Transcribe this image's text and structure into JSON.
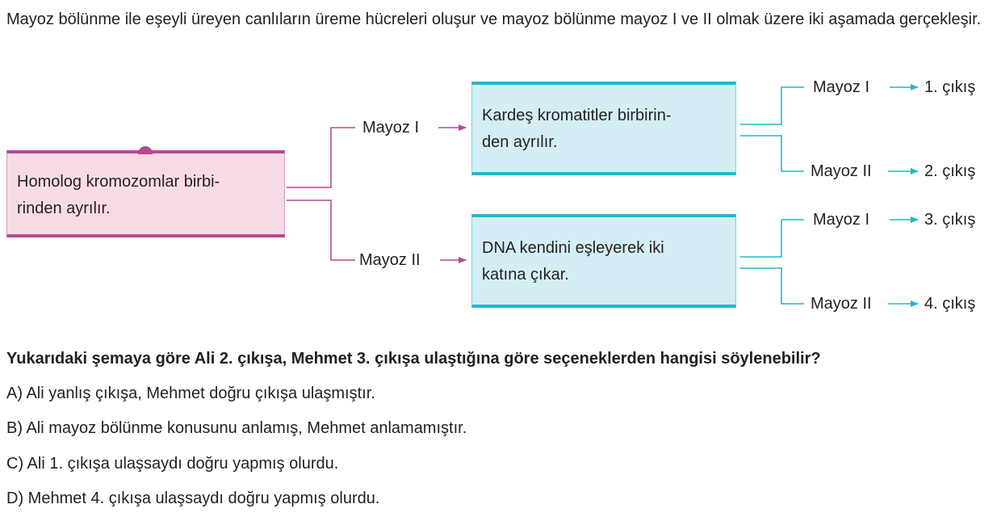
{
  "intro_text": "Mayoz bölünme ile eşeyli üreyen canlıların üreme hücreleri oluşur ve mayoz bölünme mayoz I ve II olmak üzere iki aşamada gerçekleşir.",
  "colors": {
    "magenta": "#b64992",
    "pink_fill": "#f9dbe7",
    "cyan": "#23b8cc",
    "cyan_fill": "#d5eef5",
    "connector": "#23b8cc"
  },
  "diagram": {
    "root_box": "Homolog kromozomlar birbirinden ayrılır.",
    "root_box_line1": "Homolog kromozomlar birbi-",
    "root_box_line2": "rinden ayrılır.",
    "branch_top_label": "Mayoz I",
    "branch_bottom_label": "Mayoz II",
    "box_top_line1": "Kardeş kromatitler birbirin-",
    "box_top_line2": "den ayrılır.",
    "box_bottom_line1": "DNA kendini eşleyerek iki",
    "box_bottom_line2": "katına çıkar.",
    "exits": [
      {
        "stage": "Mayoz I",
        "exit": "1. çıkış"
      },
      {
        "stage": "Mayoz II",
        "exit": "2. çıkış"
      },
      {
        "stage": "Mayoz I",
        "exit": "3. çıkış"
      },
      {
        "stage": "Mayoz II",
        "exit": "4. çıkış"
      }
    ]
  },
  "question": "Yukarıdaki şemaya göre Ali 2. çıkışa, Mehmet 3. çıkışa ulaştığına göre seçeneklerden hangisi söylenebilir?",
  "options": [
    "A) Ali yanlış çıkışa, Mehmet doğru çıkışa ulaşmıştır.",
    "B) Ali mayoz bölünme konusunu anlamış, Mehmet anlamamıştır.",
    "C) Ali 1. çıkışa ulaşsaydı doğru yapmış olurdu.",
    "D) Mehmet 4. çıkışa ulaşsaydı doğru yapmış olurdu."
  ]
}
